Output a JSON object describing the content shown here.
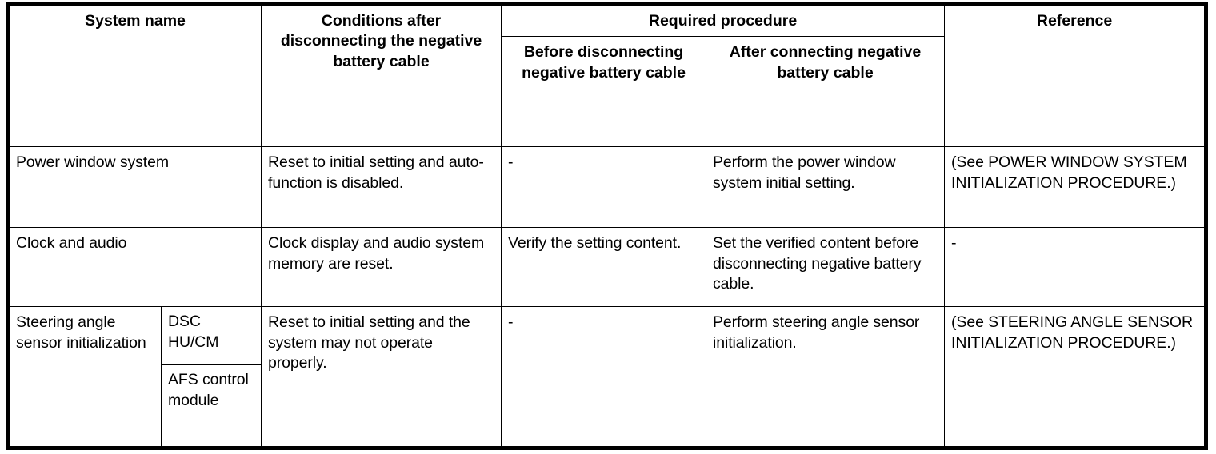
{
  "table": {
    "headers": {
      "system_name": "System name",
      "conditions": "Conditions after disconnecting the negative battery cable",
      "required_procedure": "Required procedure",
      "before": "Before disconnecting negative battery cable",
      "after": "After connecting negative battery cable",
      "reference": "Reference"
    },
    "rows": [
      {
        "system_name": "Power window system",
        "sub_names": [],
        "conditions": "Reset to initial setting and auto-function is disabled.",
        "before": "-",
        "after": "Perform the power window system initial setting.",
        "reference": "(See POWER WINDOW SYSTEM INITIALIZATION PROCEDURE.)"
      },
      {
        "system_name": "Clock and audio",
        "sub_names": [],
        "conditions": "Clock display and audio system memory are reset.",
        "before": "Verify the setting content.",
        "after": "Set the verified content before disconnecting negative battery cable.",
        "reference": "-"
      },
      {
        "system_name": "Steering angle sensor initialization",
        "sub_names": [
          "DSC HU/CM",
          "AFS control module"
        ],
        "conditions": "Reset to initial setting and the system may not operate properly.",
        "before": "-",
        "after": "Perform steering angle sensor initialization.",
        "reference": "(See STEERING ANGLE SENSOR INITIALIZATION PROCEDURE.)"
      }
    ]
  },
  "colors": {
    "border": "#000000",
    "background": "#ffffff",
    "text": "#000000"
  }
}
